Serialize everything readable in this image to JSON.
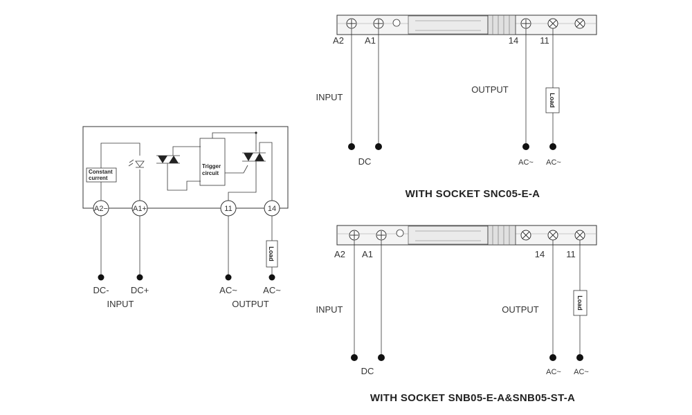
{
  "circuit": {
    "constant_current": [
      "Constant",
      "current"
    ],
    "trigger_circuit": [
      "Trigger",
      "circuit"
    ],
    "terminals": [
      "A2−",
      "A1+",
      "11",
      "14"
    ],
    "load": "Load",
    "bottom_labels": [
      "DC-",
      "DC+",
      "AC~",
      "AC~"
    ],
    "input_label": "INPUT",
    "output_label": "OUTPUT"
  },
  "socket_top": {
    "terminal_labels": [
      "A2",
      "A1",
      "14",
      "11"
    ],
    "input_label": "INPUT",
    "output_label": "OUTPUT",
    "load": "Load",
    "dc_label": "DC",
    "ac_labels": [
      "AC~",
      "AC~"
    ],
    "caption": "WITH SOCKET SNC05-E-A"
  },
  "socket_bottom": {
    "terminal_labels": [
      "A2",
      "A1",
      "14",
      "11"
    ],
    "input_label": "INPUT",
    "output_label": "OUTPUT",
    "load": "Load",
    "dc_label": "DC",
    "ac_labels": [
      "AC~",
      "AC~"
    ],
    "caption": "WITH SOCKET SNB05-E-A&SNB05-ST-A"
  }
}
